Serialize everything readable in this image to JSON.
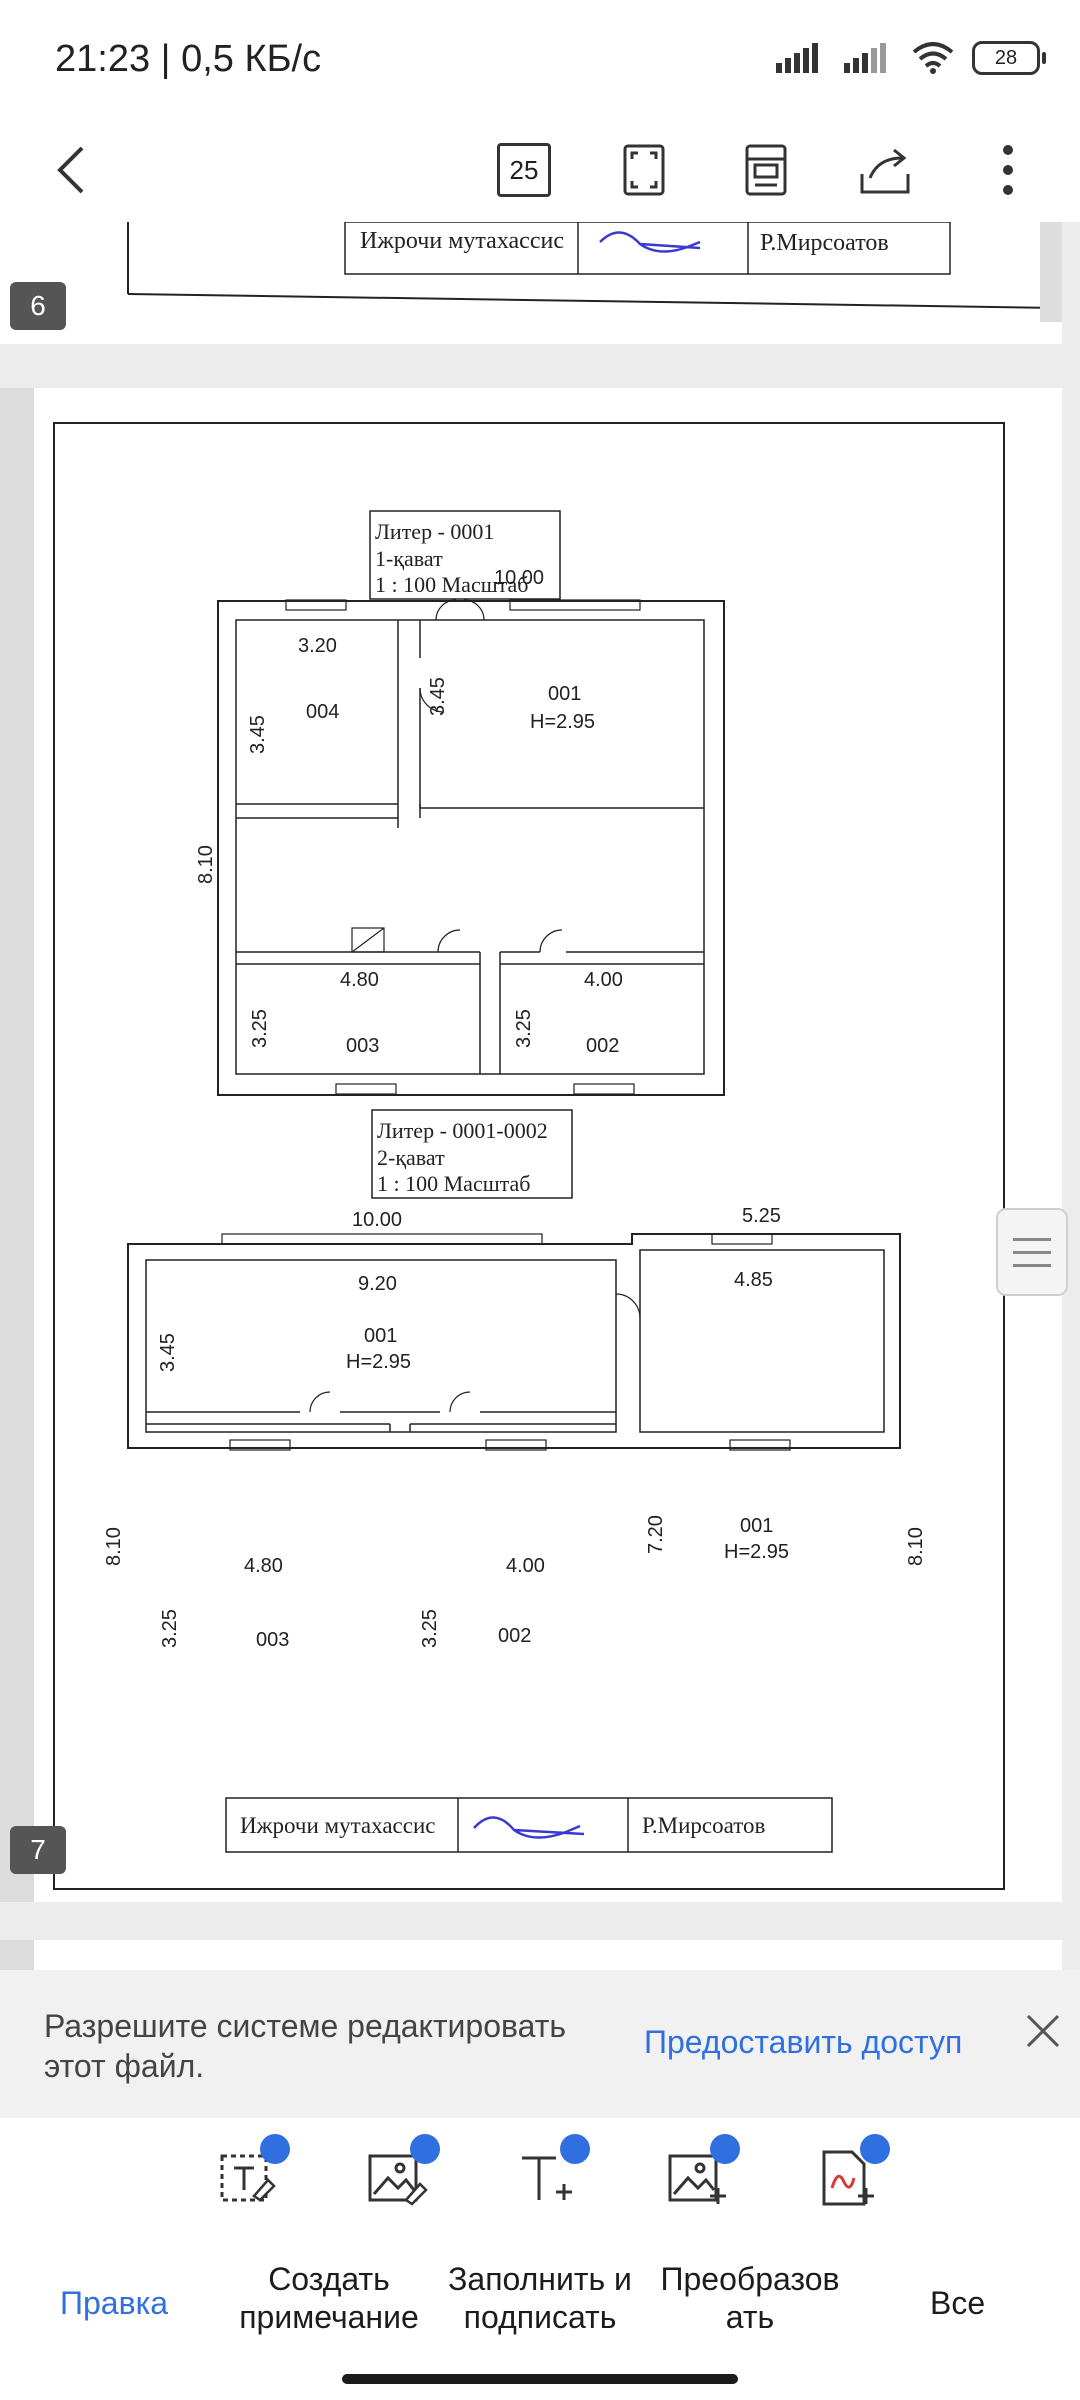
{
  "status": {
    "time": "21:23 | 0,5 КБ/с",
    "battery": "28"
  },
  "toolbar": {
    "page_count": "25"
  },
  "document": {
    "fragment_page": {
      "number": "6",
      "executor_label": "Ижрочи мутахассис",
      "executor_name": "Р.Мирсоатов"
    },
    "main_page": {
      "number": "7",
      "plan1": {
        "title": "Литер - 0001",
        "floor": "1-қават",
        "scale": "1 : 100 Масштаб",
        "width_total": "10.00",
        "height_total": "8.10",
        "rooms": [
          {
            "id": "004",
            "w": "3.20",
            "h": "3.45"
          },
          {
            "id": "001",
            "height_label": "H=2.95",
            "h": "3.45"
          },
          {
            "id": "003",
            "w": "4.80",
            "h": "3.25"
          },
          {
            "id": "002",
            "w": "4.00",
            "h": "3.25"
          }
        ]
      },
      "plan2": {
        "title": "Литер - 0001-0002",
        "floor": "2-қават",
        "scale": "1 : 100 Масштаб",
        "width_left": "10.00",
        "width_right": "5.25",
        "height_total": "8.10",
        "inner_width": "9.20",
        "inner_right": "4.85",
        "rooms": [
          {
            "id": "001",
            "height_label": "H=2.95",
            "h": "3.45"
          },
          {
            "id": "003",
            "w": "4.80",
            "h": "3.25"
          },
          {
            "id": "002",
            "w": "4.00",
            "h": "3.25"
          },
          {
            "id": "001",
            "height_label": "H=2.95",
            "h": "7.20"
          }
        ]
      },
      "executor_label": "Ижрочи мутахассис",
      "executor_name": "Р.Мирсоатов"
    }
  },
  "banner": {
    "message": "Разрешите системе редактировать этот файл.",
    "action": "Предоставить доступ"
  },
  "bottom_nav": {
    "edit": "Правка",
    "create_note_1": "Создать",
    "create_note_2": "примечание",
    "fill_sign_1": "Заполнить и",
    "fill_sign_2": "подписать",
    "convert_1": "Преобразов",
    "convert_2": "ать",
    "all": "Все"
  },
  "colors": {
    "accent": "#2f6fe0",
    "text": "#202020",
    "banner_bg": "#f1f1f1"
  }
}
